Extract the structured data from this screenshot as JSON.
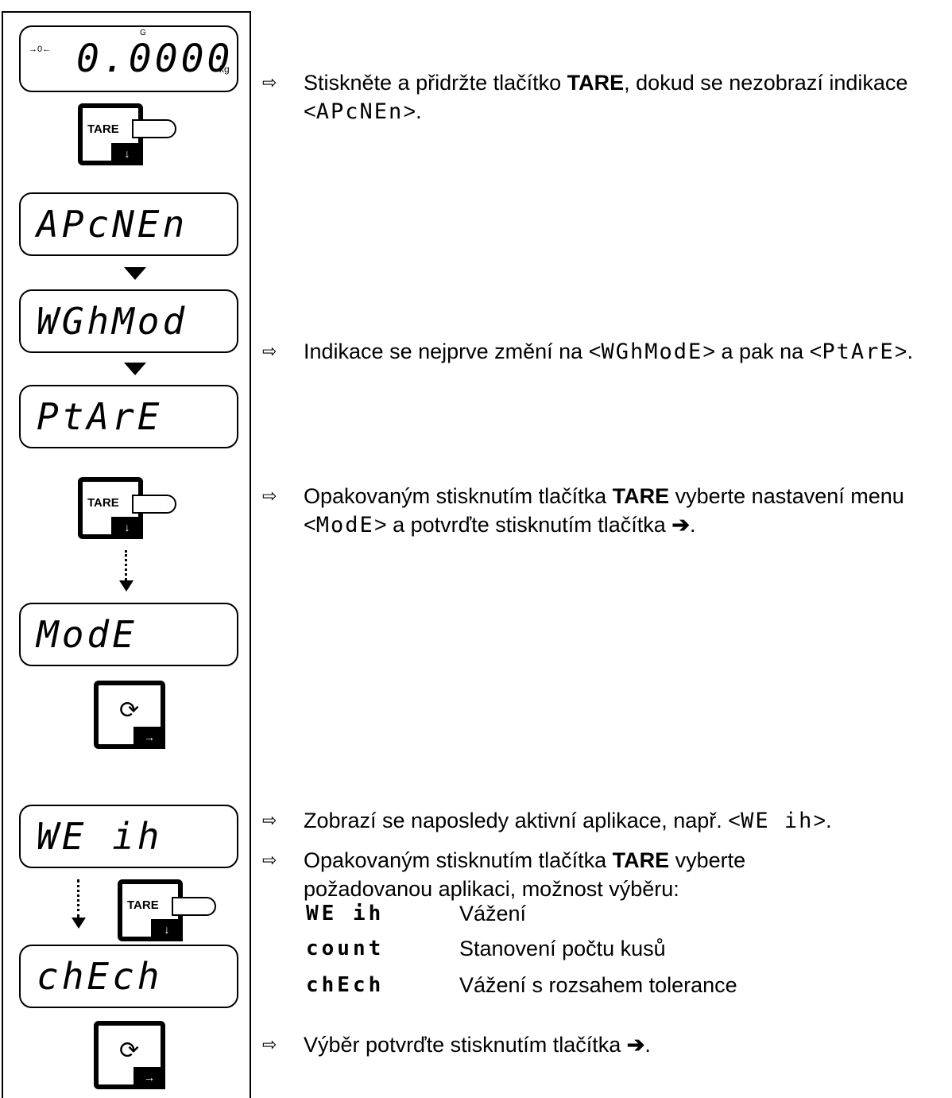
{
  "displays": {
    "weight": {
      "value": "0.0000",
      "unit": "kg",
      "g_mark": "G",
      "zero_mark": "→0←"
    },
    "apcmen": "APcNEn",
    "wgmod": "WGhMod",
    "ptare": "PtArE",
    "mode": "ModE",
    "weigh": "WE ih",
    "check": "chEch"
  },
  "keys": {
    "tare_label": "TARE",
    "tare_foot": "↓",
    "enter_foot": "→",
    "enter_symbol": "⟳"
  },
  "instructions": {
    "bullet": "⇨",
    "step1_a": "Stiskněte a přidržte tlačítko ",
    "step1_b": "TARE",
    "step1_c": ", dokud se nezobrazí indikace <",
    "step1_code": "APcNEn",
    "step1_d": ">.",
    "step2_a": "Indikace se nejprve změní na <",
    "step2_code1": "WGhModE",
    "step2_b": "> a pak na <",
    "step2_code2": "PtArE",
    "step2_c": ">.",
    "step3_a": "Opakovaným stisknutím tlačítka ",
    "step3_b": "TARE",
    "step3_c": " vyberte nastavení menu <",
    "step3_code": "ModE",
    "step3_d": "> a potvrďte stisknutím tlačítka ",
    "step3_arrow": "➔",
    "step3_e": ".",
    "step4_a": "Zobrazí se naposledy aktivní aplikace, např. <",
    "step4_code": "WE ih",
    "step4_b": ">.",
    "step5_a": "Opakovaným stisknutím tlačítka ",
    "step5_b": "TARE",
    "step5_c": " vyberte požadovanou aplikaci, možnost výběru:",
    "step6_a": "Výběr potvrďte stisknutím tlačítka ",
    "step6_arrow": "➔",
    "step6_b": "."
  },
  "options": [
    {
      "code": "WE ih",
      "label": "Vážení"
    },
    {
      "code": "count",
      "label": "Stanovení počtu kusů"
    },
    {
      "code": "chEch",
      "label": "Vážení s rozsahem tolerance"
    }
  ]
}
